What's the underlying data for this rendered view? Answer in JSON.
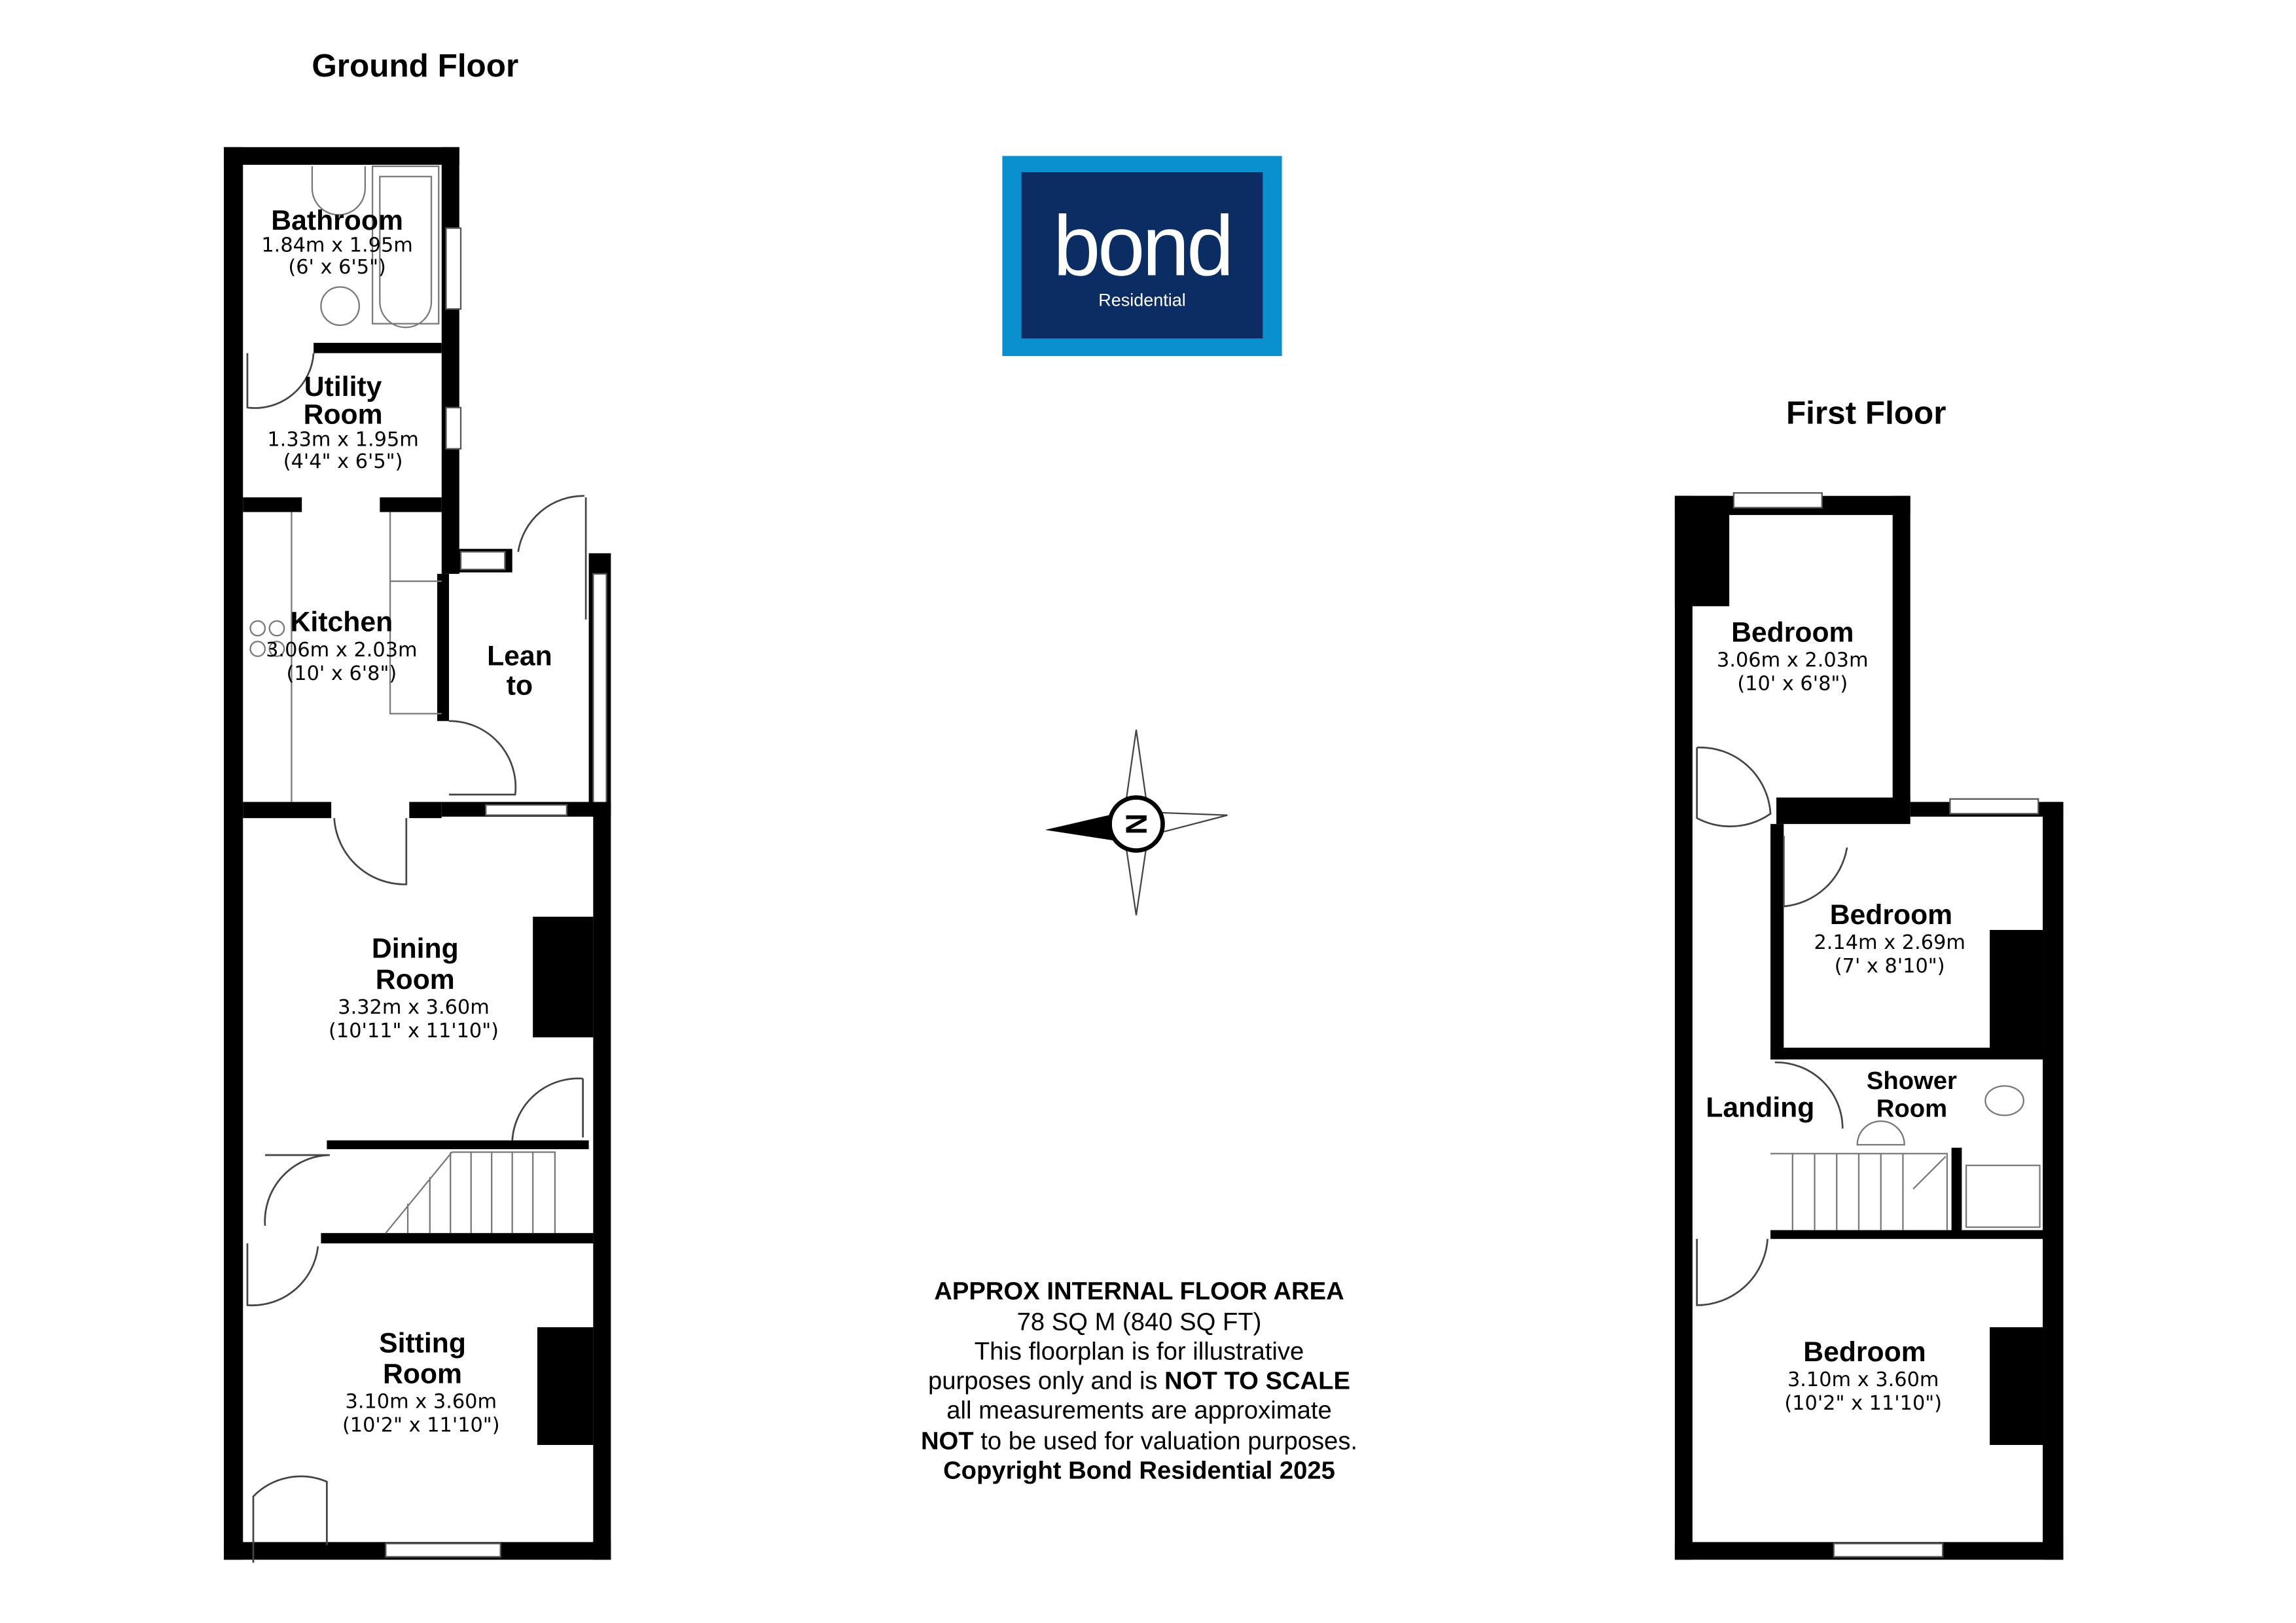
{
  "ground_floor": {
    "title": "Ground Floor",
    "rooms": [
      {
        "name": "Bathroom",
        "metric": "1.84m x 1.95m",
        "imperial": "(6' x 6'5\")"
      },
      {
        "name_line1": "Utility",
        "name_line2": "Room",
        "metric": "1.33m x 1.95m",
        "imperial": "(4'4\" x 6'5\")"
      },
      {
        "name": "Kitchen",
        "metric": "3.06m x 2.03m",
        "imperial": "(10' x 6'8\")"
      },
      {
        "name_line1": "Lean",
        "name_line2": "to"
      },
      {
        "name_line1": "Dining",
        "name_line2": "Room",
        "metric": "3.32m x 3.60m",
        "imperial": "(10'11\" x 11'10\")"
      },
      {
        "name_line1": "Sitting",
        "name_line2": "Room",
        "metric": "3.10m x 3.60m",
        "imperial": "(10'2\" x 11'10\")"
      }
    ]
  },
  "first_floor": {
    "title": "First Floor",
    "rooms": [
      {
        "name": "Bedroom",
        "metric": "3.06m x 2.03m",
        "imperial": "(10' x 6'8\")"
      },
      {
        "name": "Bedroom",
        "metric": "2.14m x 2.69m",
        "imperial": "(7' x 8'10\")"
      },
      {
        "name_line1": "Shower",
        "name_line2": "Room"
      },
      {
        "name": "Landing"
      },
      {
        "name": "Bedroom",
        "metric": "3.10m x 3.60m",
        "imperial": "(10'2\" x 11'10\")"
      }
    ]
  },
  "logo": {
    "brand": "bond",
    "tagline": "Residential",
    "outer_color": "#0a8fcf",
    "inner_color": "#0b2d63"
  },
  "compass": {
    "icon": "compass-north-icon",
    "label": "N"
  },
  "info": {
    "line1": "APPROX INTERNAL FLOOR AREA",
    "line2": "78 SQ M (840 SQ FT)",
    "line3": "This floorplan is for illustrative",
    "line4_pre": "purposes only and is ",
    "line4_bold": "NOT TO SCALE",
    "line5": "all measurements are approximate",
    "line6_bold": "NOT",
    "line6_post": " to be used for valuation purposes.",
    "line7": "Copyright Bond Residential 2025"
  }
}
